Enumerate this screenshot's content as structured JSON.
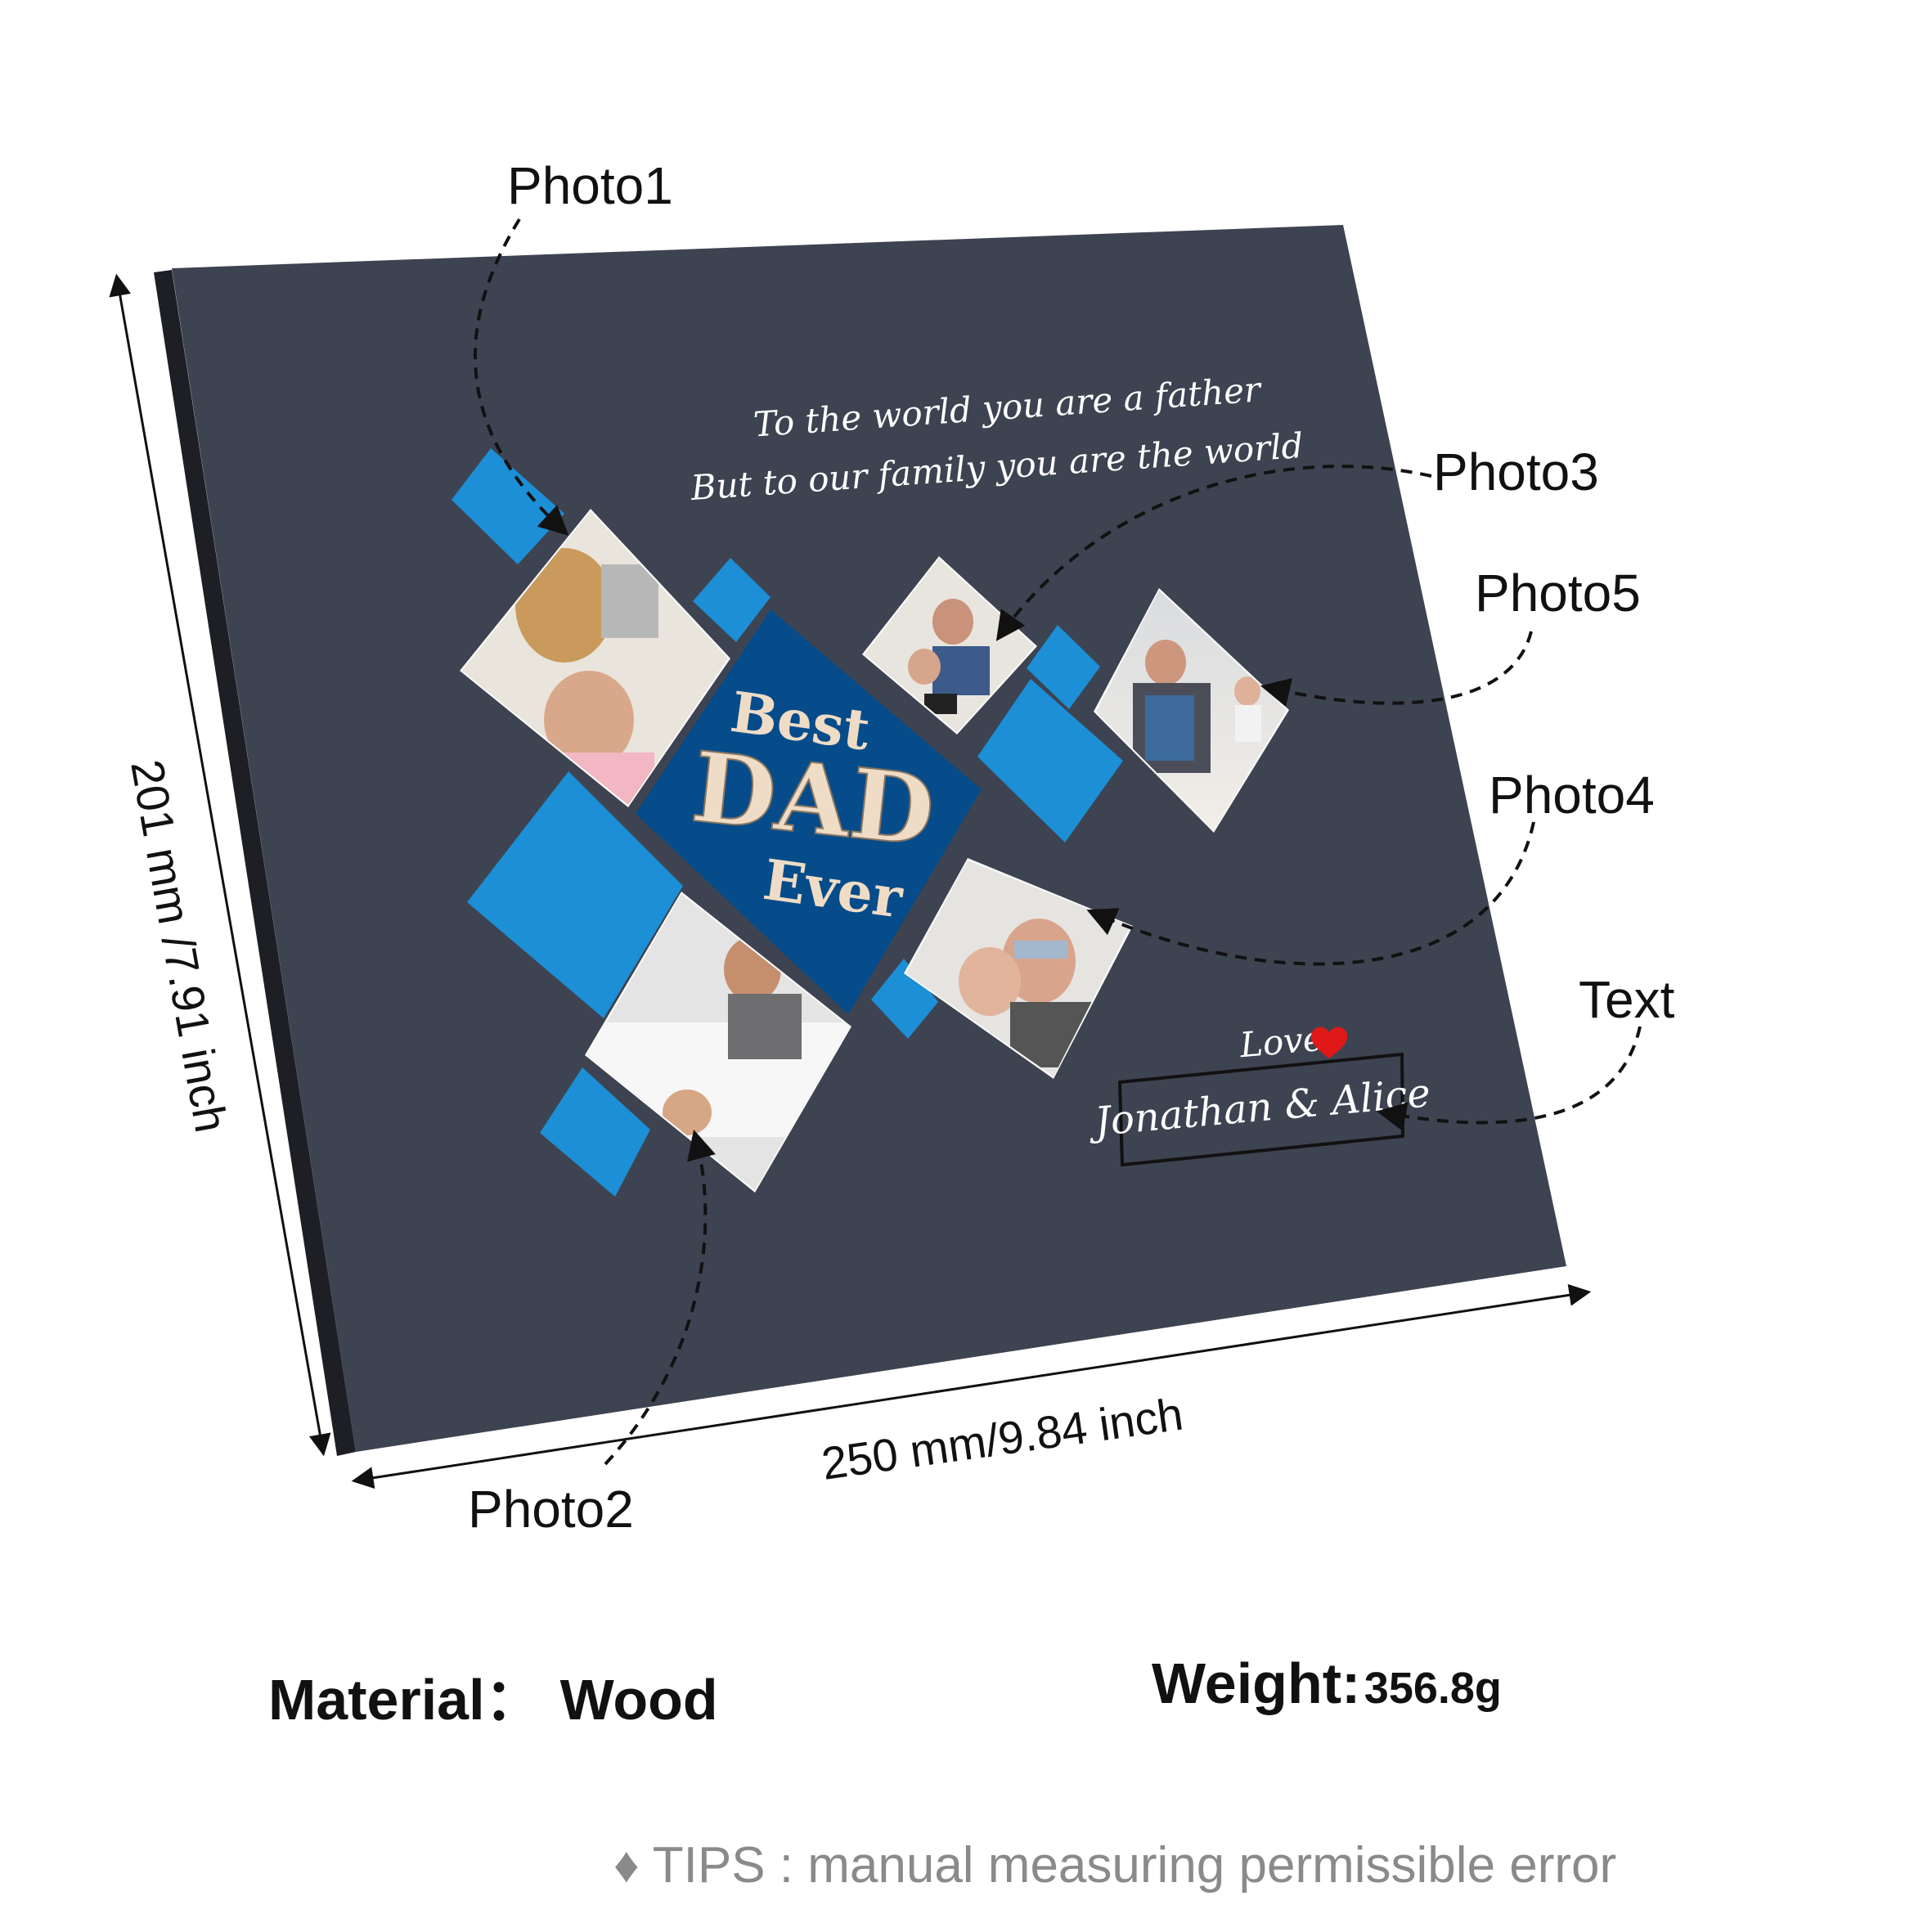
{
  "plaque": {
    "quote_line1": "To the world you are a father",
    "quote_line2": "But to our family you are the world",
    "center_line1": "Best",
    "center_line2": "DAD",
    "center_line3": "Ever",
    "love": "Love",
    "names": "Jonathan & Alice"
  },
  "labels": {
    "photo1": "Photo1",
    "photo2": "Photo2",
    "photo3": "Photo3",
    "photo4": "Photo4",
    "photo5": "Photo5",
    "text": "Text"
  },
  "dimensions": {
    "height": "201 mm /7.91 inch",
    "width": "250 mm/9.84 inch"
  },
  "specs": {
    "material_label": "Material：",
    "material_value": "Wood",
    "weight_label": "Weight:",
    "weight_value": "356.8g"
  },
  "tips": {
    "icon": "diamond-icon",
    "text": "TIPS : manual measuring permissible error"
  },
  "colors": {
    "board": "#3d4350",
    "accent_blue": "#1c8fd6",
    "center_blue": "#064c8a",
    "center_text": "#efdcc6",
    "heart": "#e01818"
  }
}
